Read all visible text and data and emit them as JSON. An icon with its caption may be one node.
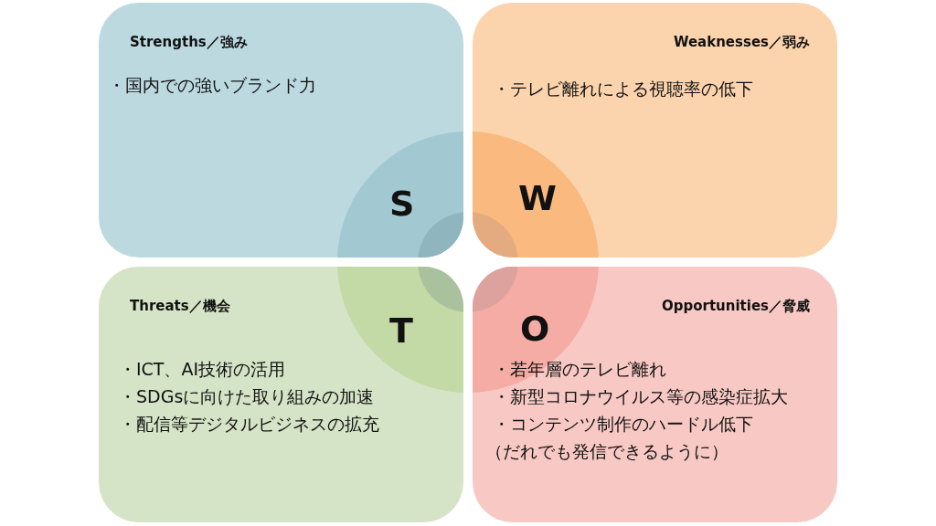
{
  "diagram": {
    "nodes": [
      {
        "text": [
          "Strengths／強み",
          "・国内での強いブランド力",
          "S"
        ]
      },
      {
        "text": [
          "Weaknesses／弱み",
          "・テレビ離れによる視聴率の低下",
          "W"
        ]
      },
      {
        "text": [
          "Threats／機会",
          "・ICT、AI技術の活用",
          "・SDGsに向けた取り組みの加速",
          "・配信等デジタルビジネスの拡充",
          "T"
        ]
      },
      {
        "text": [
          "Opportunities／脅威",
          "・若年層のテレビ離れ",
          "・新型コロナウイルス等の感染症拡大",
          "・コンテンツ制作のハードル低下",
          "（だれでも発信できるように）",
          "O"
        ]
      }
    ],
    "edges": []
  }
}
